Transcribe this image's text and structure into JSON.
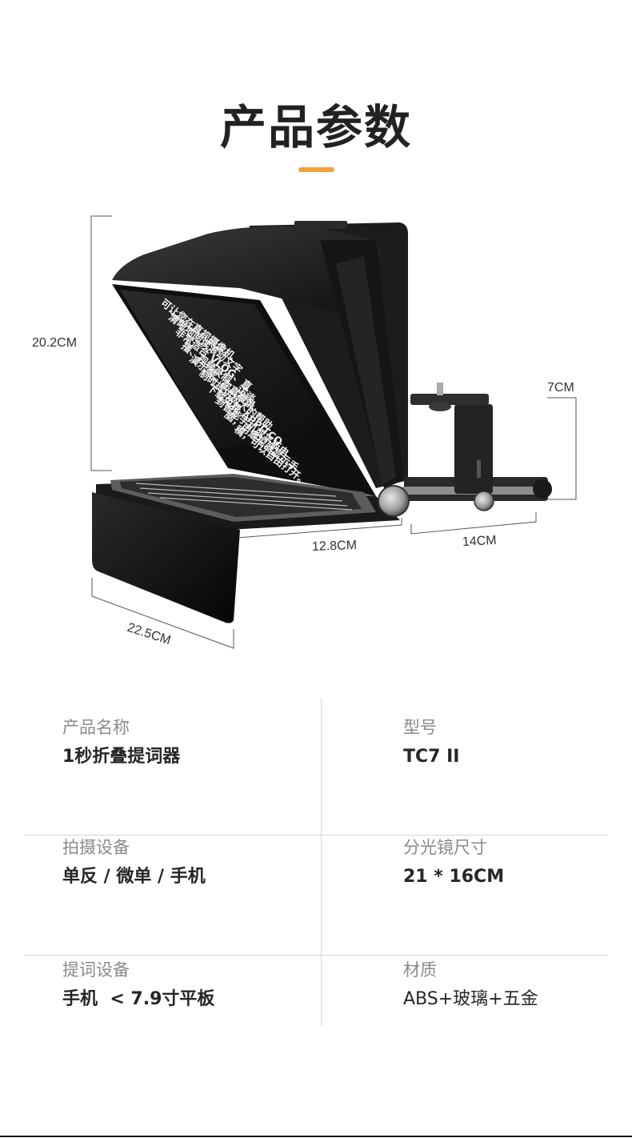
{
  "page": {
    "title": "产品参数"
  },
  "dimensions": {
    "height": "20.2CM",
    "bracket_height": "7CM",
    "screen_width": "12.8CM",
    "bracket_length": "14CM",
    "hood_width": "22.5CM"
  },
  "teleprompter_text": [
    "可让您在直视摄像机",
    "清晰地阅读滚动文字",
    "非常适合 VLOG、直",
    "播、视频录制、访谈",
    "演示等。在直播录",
    "制时提供极大的帮助",
    "下载免费 APPITCO",
    "到智能手机或平板电",
    "脑，用遥控器显示手",
    "稿，可以自由打开。"
  ],
  "colors": {
    "accent": "#f2a23a",
    "label": "#8a8a8a",
    "value": "#262626",
    "divider": "#d5d5d5"
  },
  "specs": [
    {
      "label": "产品名称",
      "value": "1秒折叠提词器"
    },
    {
      "label": "型号",
      "value": "TC7 II"
    },
    {
      "label": "拍摄设备",
      "value": "单反 / 微单 / 手机"
    },
    {
      "label": "分光镜尺寸",
      "value": "21 * 16CM"
    },
    {
      "label": "提词设备",
      "value": "手机  < 7.9寸平板"
    },
    {
      "label": "材质",
      "value": "ABS+玻璃+五金"
    }
  ]
}
